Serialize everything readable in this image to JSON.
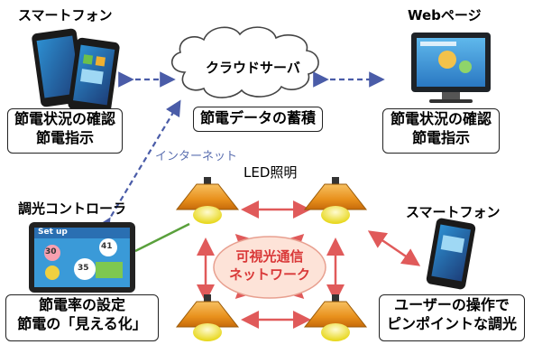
{
  "left_top": {
    "title": "スマートフォン",
    "line1": "節電状況の確認",
    "line2": "節電指示"
  },
  "cloud": {
    "label": "クラウドサーバ",
    "caption": "節電データの蓄積"
  },
  "right_top": {
    "title": "Webページ",
    "line1": "節電状況の確認",
    "line2": "節電指示"
  },
  "internet_label": "インターネット",
  "led_label": "LED照明",
  "network": {
    "line1": "可視光通信",
    "line2": "ネットワーク"
  },
  "controller": {
    "title": "調光コントローラ",
    "line1": "節電率の設定",
    "line2": "節電の「見える化」",
    "screen_tag": "Set up",
    "screen_values": [
      "30",
      "41",
      "35"
    ]
  },
  "right_bottom": {
    "title": "スマートフォン",
    "line1": "ユーザーの操作で",
    "line2": "ピンポイントな調光"
  },
  "colors": {
    "blue_arrow": "#4a5ca8",
    "red_arrow": "#e05a5a",
    "green_line": "#5aa03c",
    "lamp_shade": "#e8901c",
    "lamp_bulb": "#f6ee4a"
  }
}
